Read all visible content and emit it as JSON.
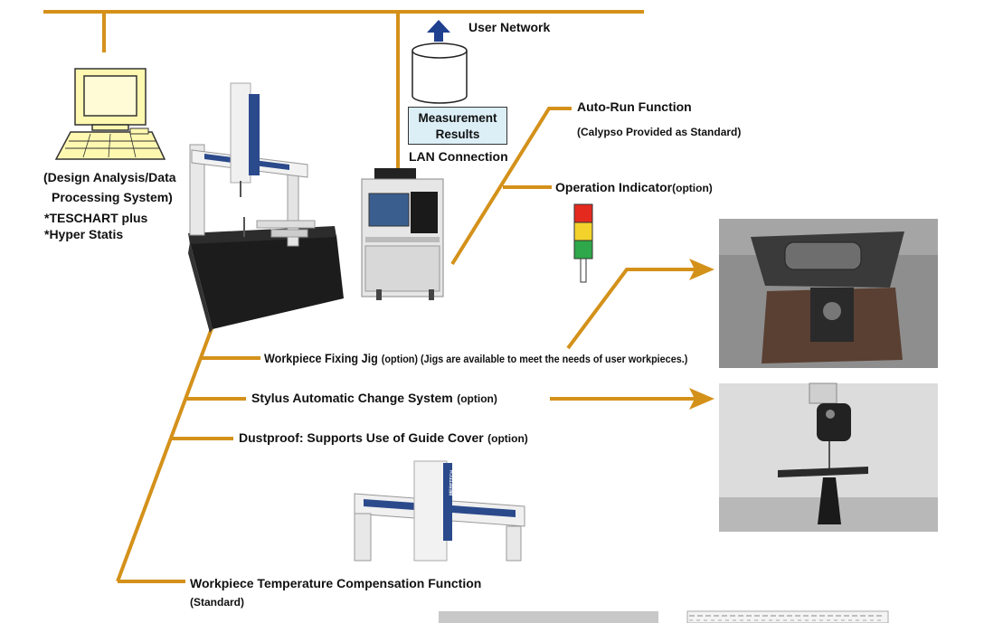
{
  "colors": {
    "accent_line": "#d4911a",
    "arrow_blue": "#1f3f8f",
    "box_fill": "#dceff7"
  },
  "network": {
    "label": "User Network"
  },
  "measurement": {
    "line1": "Measurement",
    "line2": "Results"
  },
  "lan": {
    "label": "LAN Connection"
  },
  "design_system": {
    "line1": "(Design Analysis/Data",
    "line2": "Processing System)",
    "software1": "*TESCHART plus",
    "software2": "*Hyper Statis"
  },
  "auto_run": {
    "title": "Auto-Run Function",
    "sub": "(Calypso Provided as Standard)"
  },
  "indicator": {
    "title": "Operation Indicator",
    "opt": "(option)",
    "colors": [
      "#e42a1f",
      "#f2d22b",
      "#2ea84a"
    ]
  },
  "fixing_jig": {
    "title": "Workpiece Fixing Jig",
    "opt": "(option) (Jigs are available to meet the needs of user workpieces.)"
  },
  "stylus": {
    "title": "Stylus Automatic Change System",
    "opt": "(option)"
  },
  "dustproof": {
    "title": "Dustproof: Supports Use of Guide Cover",
    "opt": "(option)"
  },
  "temperature": {
    "title": "Workpiece Temperature Compensation Function",
    "sub": "(Standard)"
  },
  "machine_brand": "MERETECH"
}
